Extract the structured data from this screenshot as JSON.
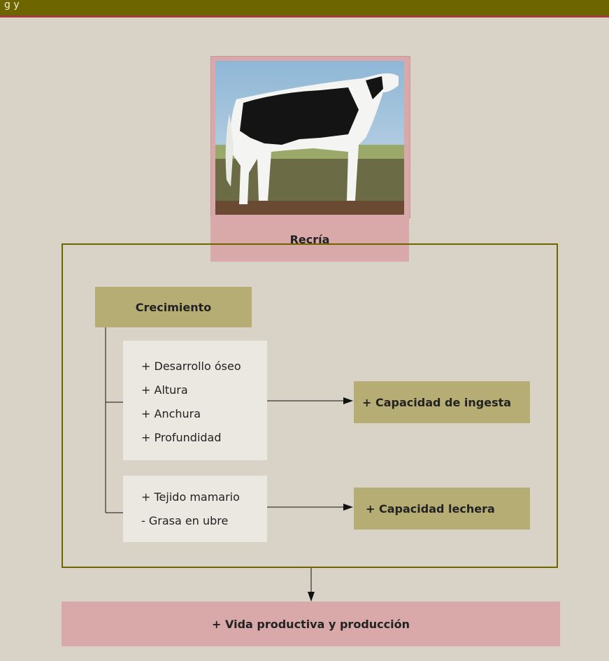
{
  "header": {
    "title": "g                                                    y"
  },
  "image": {
    "subject": "Holstein heifer photo"
  },
  "recria": {
    "label": "Recría"
  },
  "crecimiento": {
    "label": "Crecimiento"
  },
  "list1": {
    "items": [
      "+ Desarrollo óseo",
      "+ Altura",
      "+ Anchura",
      "+ Profundidad"
    ]
  },
  "list2": {
    "items": [
      "+ Tejido mamario",
      "- Grasa en ubre"
    ]
  },
  "outcomes": {
    "ingesta": "+ Capacidad de ingesta",
    "lechera": "+ Capacidad lechera"
  },
  "final": {
    "label": "+ Vida productiva y producción"
  },
  "colors": {
    "header": "#6d6500",
    "accent_line": "#a03d3a",
    "background": "#d9d2c6",
    "pink": "#d9a9a9",
    "olive": "#b5ad73",
    "light": "#ebe7e1"
  }
}
